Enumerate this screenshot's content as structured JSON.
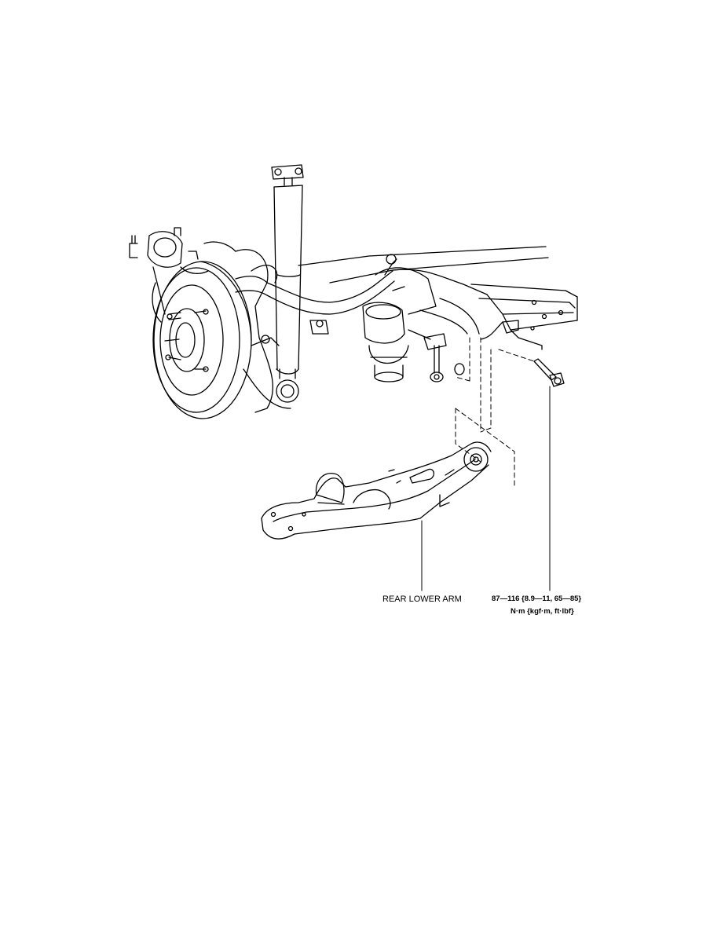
{
  "labels": {
    "rear_lower_arm": "REAR LOWER ARM",
    "torque_spec": "87—116 {8.9—11, 65—85}",
    "torque_units": "N·m {kgf·m, ft·lbf}"
  }
}
